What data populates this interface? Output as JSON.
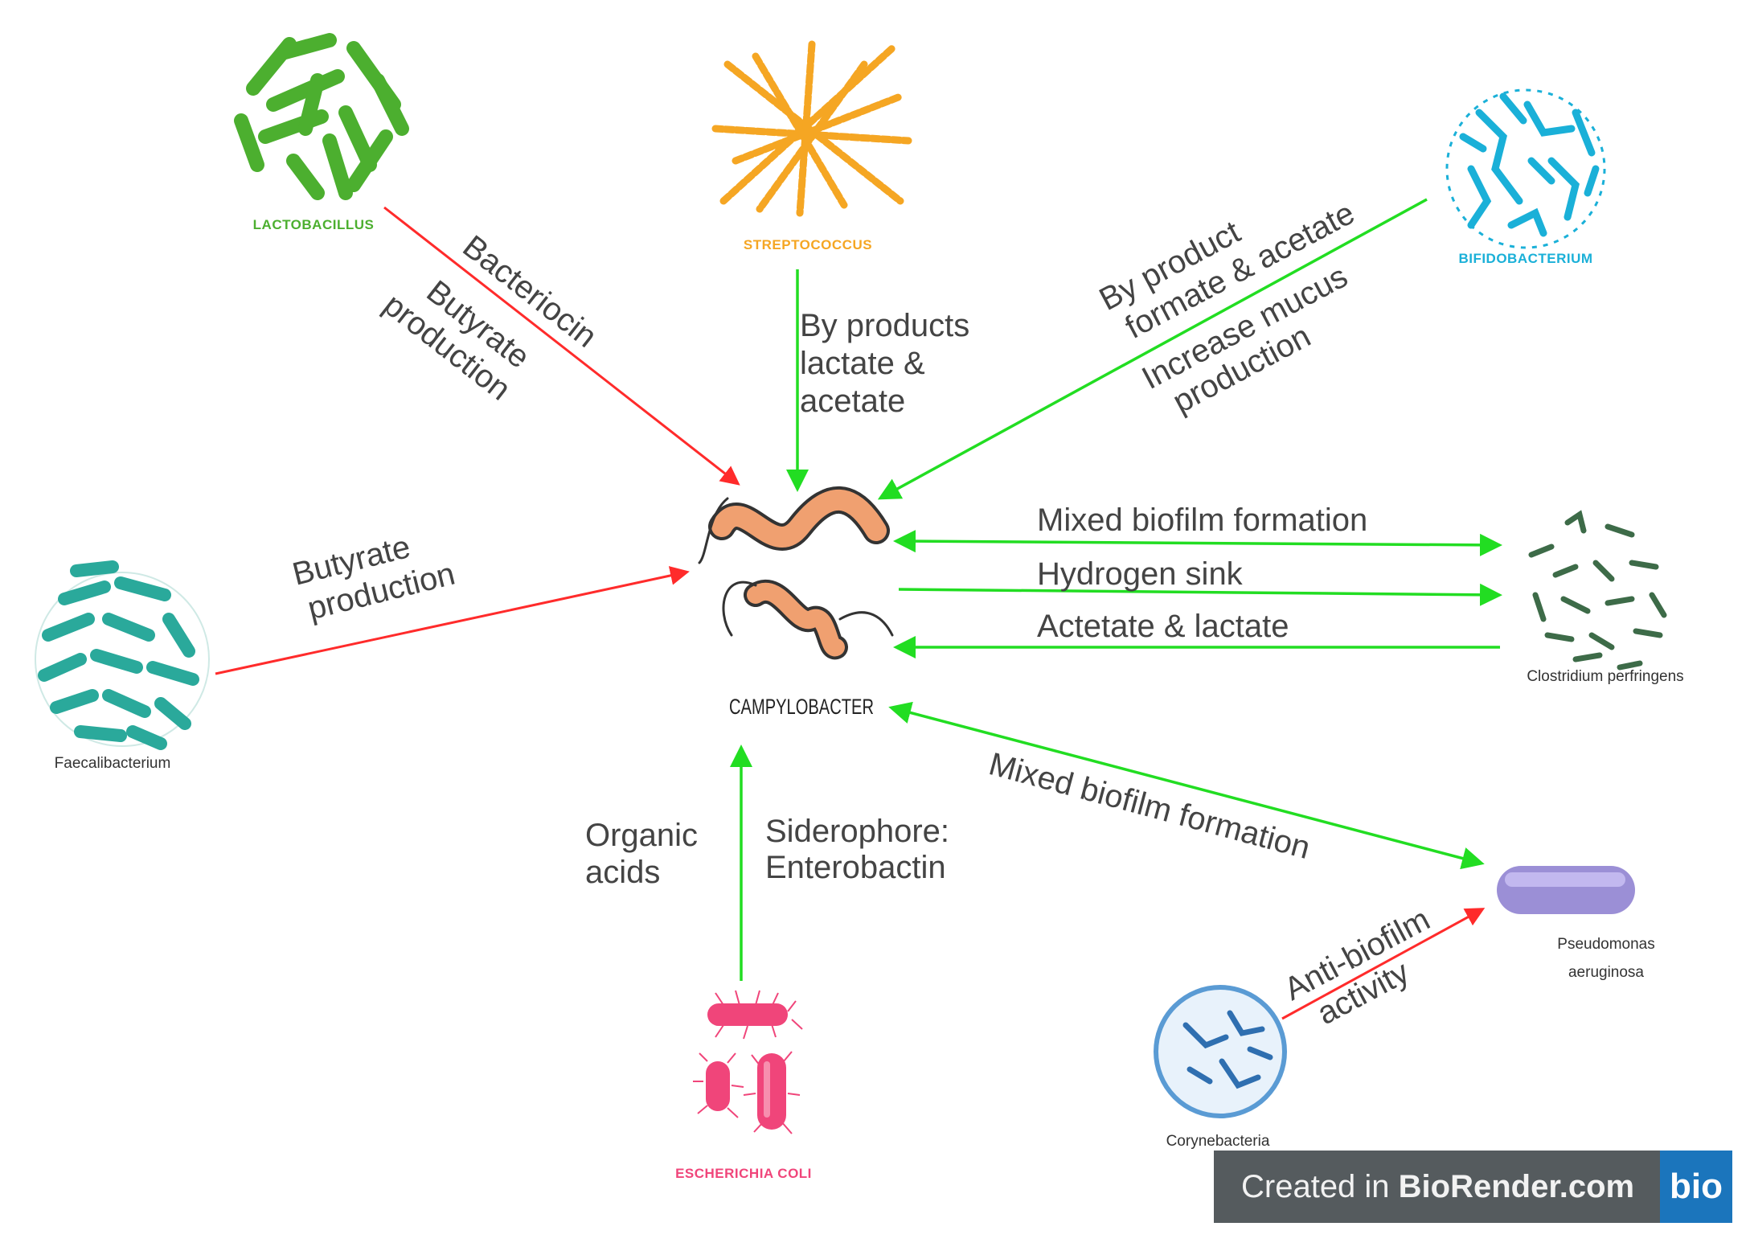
{
  "organisms": {
    "center": "CAMPYLOBACTER",
    "lactobacillus": "LACTOBACILLUS",
    "streptococcus": "STREPTOCOCCUS",
    "bifidobacterium": "BIFIDOBACTERIUM",
    "faecalibacterium": "Faecalibacterium",
    "clostridium": "Clostridium perfringens",
    "pseudomonas": [
      "Pseudomonas",
      "aeruginosa"
    ],
    "corynebacteria": "Corynebacteria",
    "ecoli": "ESCHERICHIA COLI"
  },
  "edges": {
    "lactobacillus": [
      "Bacteriocin",
      "Butyrate",
      "production"
    ],
    "streptococcus": [
      "By products",
      "lactate &",
      "acetate"
    ],
    "bifidobacterium_top": [
      "By product",
      "formate & acetate"
    ],
    "bifidobacterium_bottom": [
      "Increase mucus",
      "production"
    ],
    "faecalibacterium": [
      "Butyrate",
      "production"
    ],
    "clostridium": [
      "Mixed biofilm formation",
      "Hydrogen sink",
      "Actetate & lactate"
    ],
    "pseudomonas": "Mixed biofilm formation",
    "ecoli_left": [
      "Organic",
      "acids"
    ],
    "ecoli_right": [
      "Siderophore:",
      "Enterobactin"
    ],
    "corynebacteria": [
      "Anti-biofilm",
      "activity"
    ]
  },
  "badge": {
    "prefix": "Created in ",
    "brand": "BioRender.com",
    "logo": "bio"
  },
  "colors": {
    "inhibit": "#ff2b2b",
    "promote": "#22dd22",
    "lactobacillus": "#4caf2f",
    "streptococcus": "#f5a623",
    "bifidobacterium": "#1ab0d8",
    "faecalibacterium": "#2aa99b",
    "clostridium": "#3d6b48",
    "pseudomonas": "#9b8fd6",
    "corynebacteria": "#5a9bd4",
    "ecoli": "#f0457a",
    "campylobacter": "#f0a070"
  }
}
